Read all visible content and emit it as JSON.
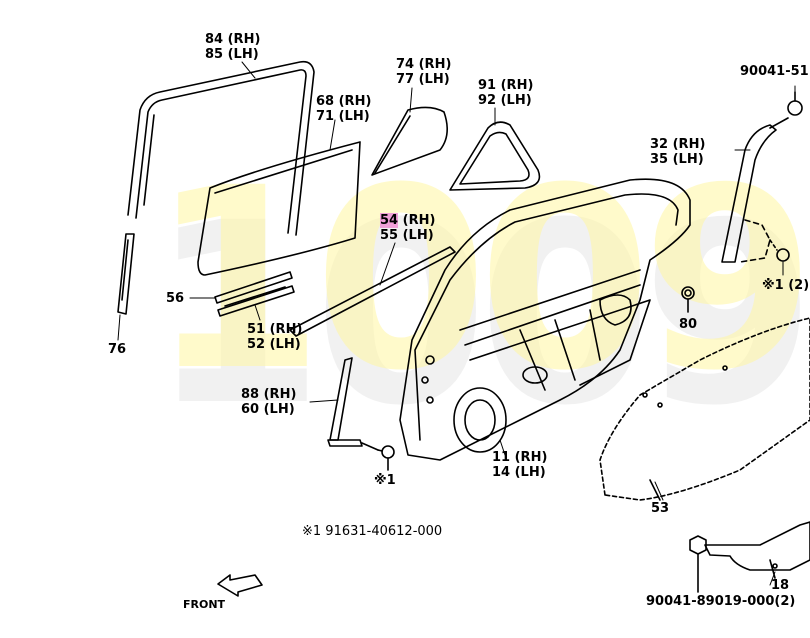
{
  "watermark": "1009",
  "labels": {
    "p84": "84 (RH)",
    "p85": "85 (LH)",
    "p74": "74 (RH)",
    "p77": "77 (LH)",
    "p91": "91 (RH)",
    "p92": "92 (LH)",
    "p68": "68 (RH)",
    "p71": "71 (LH)",
    "p90041_51": "90041-51",
    "p32": "32 (RH)",
    "p35": "35 (LH)",
    "p54": "54",
    "p54_side": "(RH)",
    "p55": "55 (LH)",
    "p56": "56",
    "p51": "51 (RH)",
    "p52": "52 (LH)",
    "p76": "76",
    "p80": "80",
    "p1_2": "※1 (2)",
    "p88": "88 (RH)",
    "p60": "60 (LH)",
    "p11": "11 (RH)",
    "p14": "14 (LH)",
    "p1": "※1",
    "p53": "53",
    "note1": "※1  91631-40612-000",
    "front": "FRONT",
    "p18": "18",
    "p90041_89019": "90041-89019-000(2)"
  },
  "highlight_color": "#f0a0d8"
}
